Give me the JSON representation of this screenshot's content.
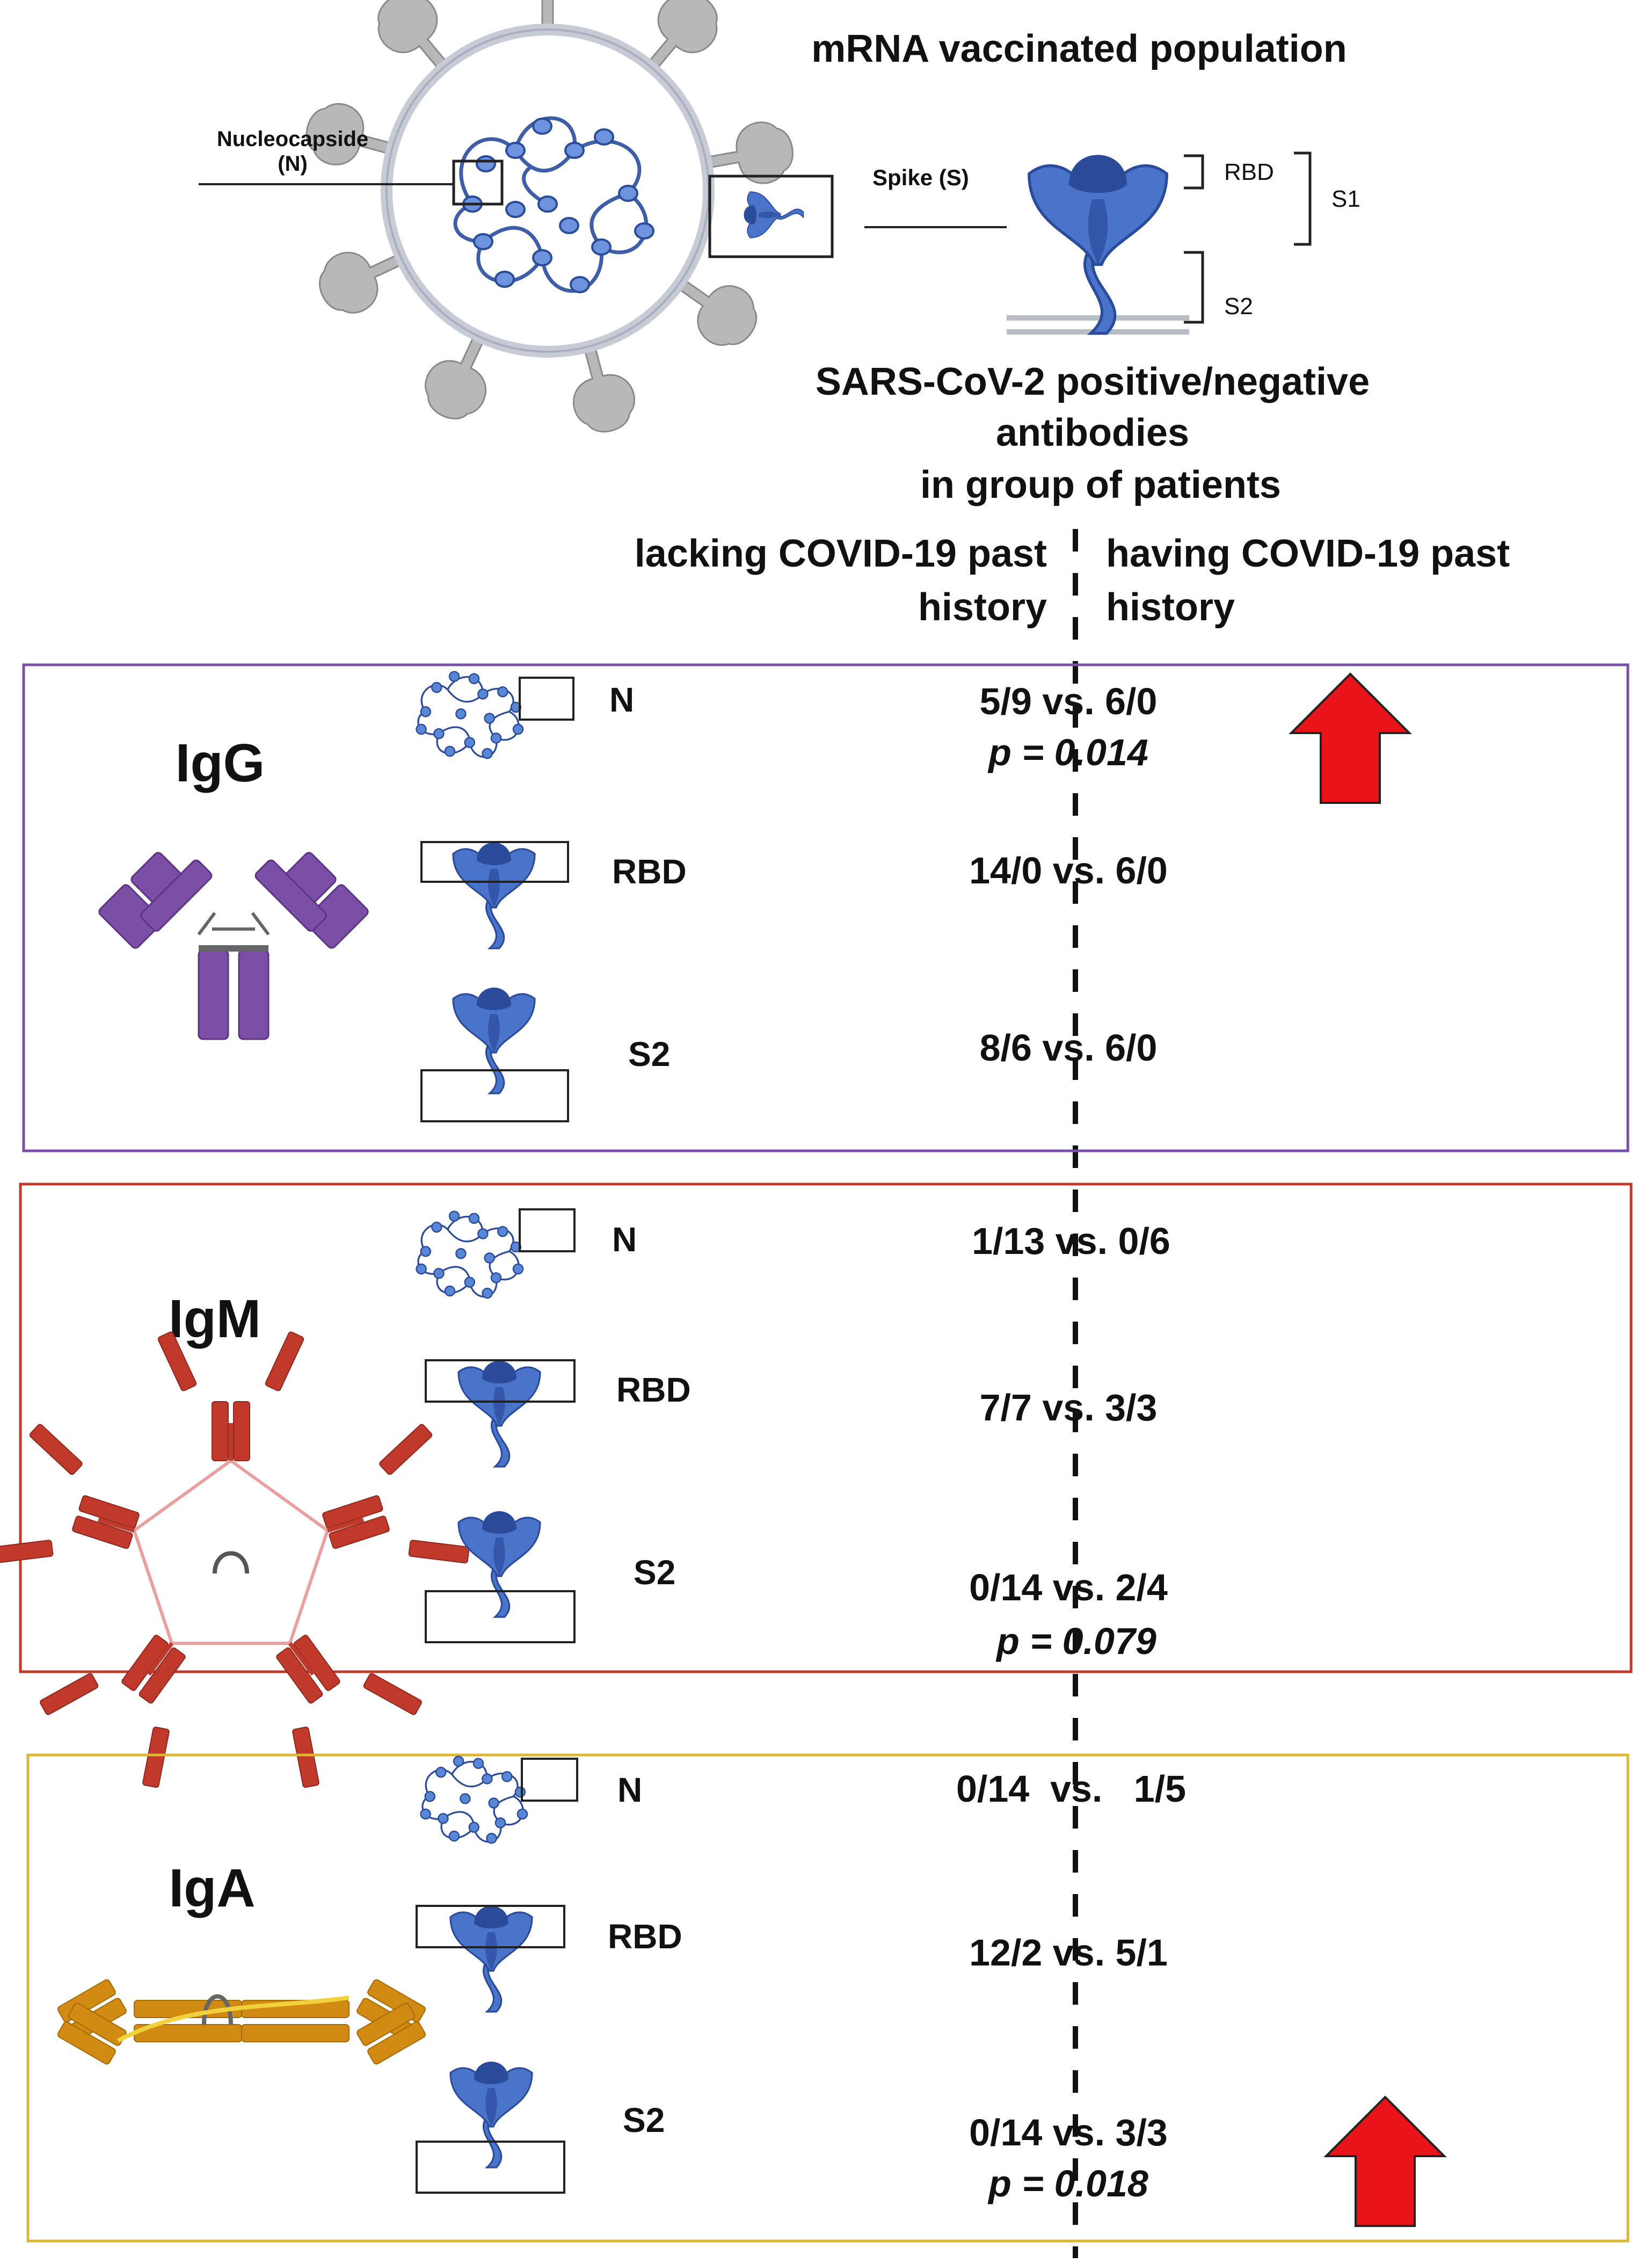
{
  "header": {
    "population": "mRNA vaccinated population",
    "antibodies_line1": "SARS-CoV-2 positive/negative",
    "antibodies_line2": "antibodies",
    "antibodies_line3": "in group of patients"
  },
  "virus_labels": {
    "nucleocapside_line1": "Nucleocapside",
    "nucleocapside_line2": "(N)",
    "spike": "Spike (S)",
    "rbd": "RBD",
    "s1": "S1",
    "s2": "S2"
  },
  "columns": {
    "left_line1": "lacking COVID-19 past",
    "left_line2": "history",
    "right_line1": "having COVID-19 past",
    "right_line2": "history"
  },
  "colors": {
    "igg": "#7b4fa6",
    "igm": "#c0392b",
    "iga": "#e0b530",
    "significant": "#e8141a",
    "protein": "#4a74c9",
    "protein_dark": "#2b4b9b"
  },
  "groups": [
    {
      "name": "IgG",
      "rows": [
        {
          "antigen": "N",
          "value": "5/9 vs. 6/0",
          "p": "p = 0.014",
          "significant": true,
          "arrow": "up-arrow-icon"
        },
        {
          "antigen": "RBD",
          "value": "14/0 vs. 6/0",
          "p": "",
          "significant": false
        },
        {
          "antigen": "S2",
          "value": "8/6 vs. 6/0",
          "p": "",
          "significant": false
        }
      ]
    },
    {
      "name": "IgM",
      "rows": [
        {
          "antigen": "N",
          "value": "1/13 vs. 0/6",
          "p": "",
          "significant": false
        },
        {
          "antigen": "RBD",
          "value": "7/7 vs. 3/3",
          "p": "",
          "significant": false
        },
        {
          "antigen": "S2",
          "value": "0/14 vs. 2/4",
          "p": "p = 0.079",
          "significant": false
        }
      ]
    },
    {
      "name": "IgA",
      "rows": [
        {
          "antigen": "N",
          "value": "0/14  vs.   1/5",
          "p": "",
          "significant": false
        },
        {
          "antigen": "RBD",
          "value": "12/2 vs. 5/1",
          "p": "",
          "significant": false
        },
        {
          "antigen": "S2",
          "value": "0/14 vs. 3/3",
          "p": "p = 0.018",
          "significant": true,
          "arrow": "up-arrow-icon"
        }
      ]
    }
  ]
}
